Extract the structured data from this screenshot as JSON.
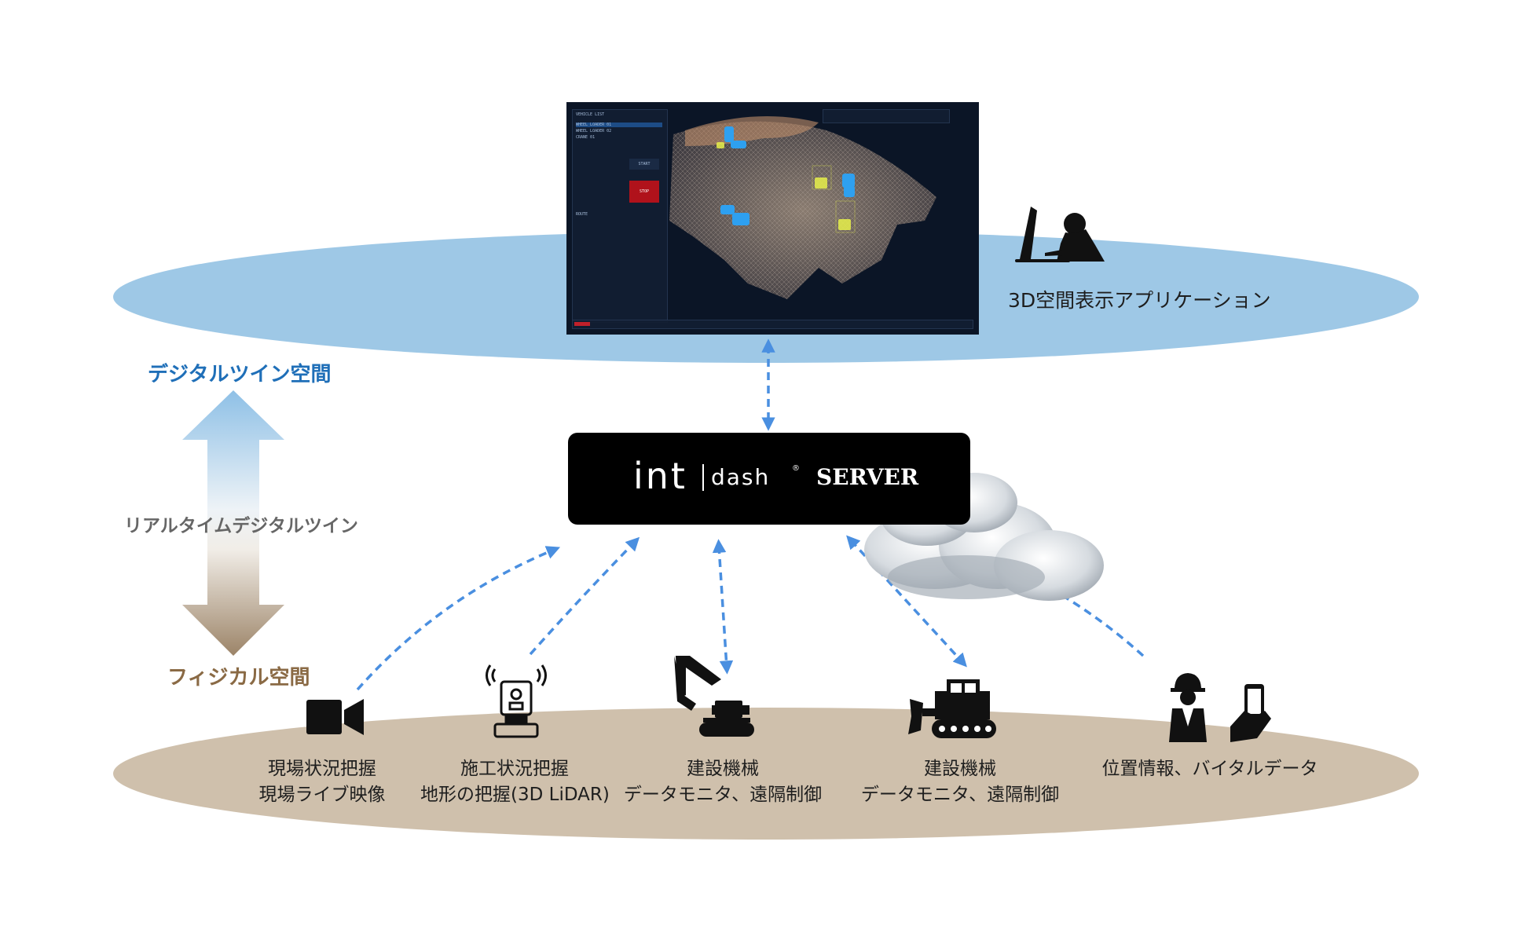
{
  "app": {
    "label": "3D空間表示アプリケーション",
    "panel": {
      "title": "VEHICLE LIST",
      "items": [
        "WHEEL LOADER 01",
        "WHEEL LOADER 02",
        "CRANE 01"
      ],
      "start": "START",
      "stop": "STOP",
      "routes": "ROUTE"
    }
  },
  "server": {
    "logo_int": "int",
    "logo_dash": "dash",
    "label": "SERVER"
  },
  "spaces": {
    "digital": "デジタルツイン空間",
    "realtime": "リアルタイムデジタルツイン",
    "physical": "フィジカル空間"
  },
  "devices": [
    {
      "icon": "video-camera-icon",
      "line1": "現場状況把握",
      "line2": "現場ライブ映像"
    },
    {
      "icon": "lidar-scanner-icon",
      "line1": "施工状況把握",
      "line2": "地形の把握(3D LiDAR)"
    },
    {
      "icon": "excavator-icon",
      "line1": "建設機械",
      "line2": "データモニタ、遠隔制御"
    },
    {
      "icon": "bulldozer-icon",
      "line1": "建設機械",
      "line2": "データモニタ、遠隔制御"
    },
    {
      "icon": "worker-phone-icon",
      "line1": "位置情報、バイタルデータ",
      "line2": ""
    }
  ],
  "colors": {
    "digital_plane": "#9ec8e6",
    "physical_plane": "#cfc0ac",
    "digital_text": "#1f6fb8",
    "physical_text": "#8a6a45",
    "realtime_text": "#666666",
    "arrow_dash": "#4a8fe0",
    "server_bg": "#000000"
  }
}
